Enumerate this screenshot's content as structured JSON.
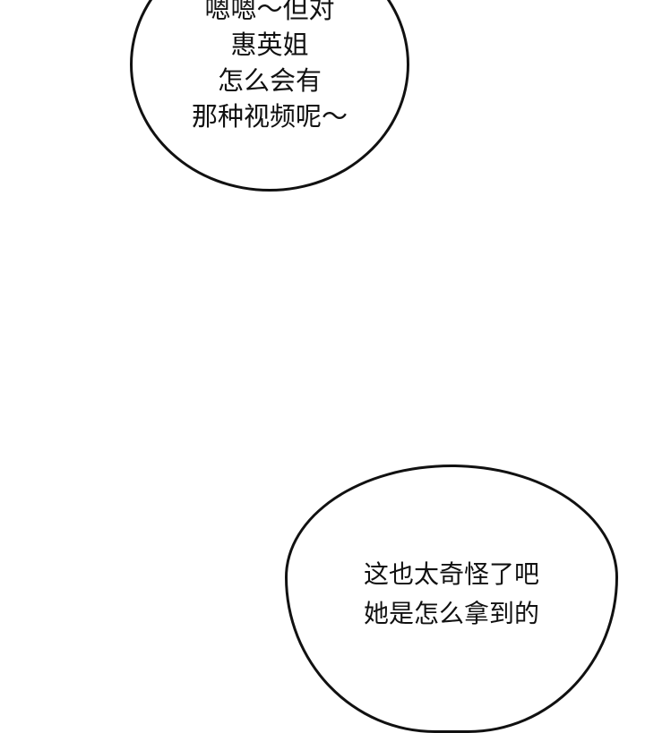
{
  "bubbles": [
    {
      "lines": [
        "嗯嗯～但对",
        "惠英姐",
        "怎么会有",
        "那种视频呢～"
      ]
    },
    {
      "lines": [
        "这也太奇怪了吧",
        "她是怎么拿到的"
      ]
    }
  ]
}
